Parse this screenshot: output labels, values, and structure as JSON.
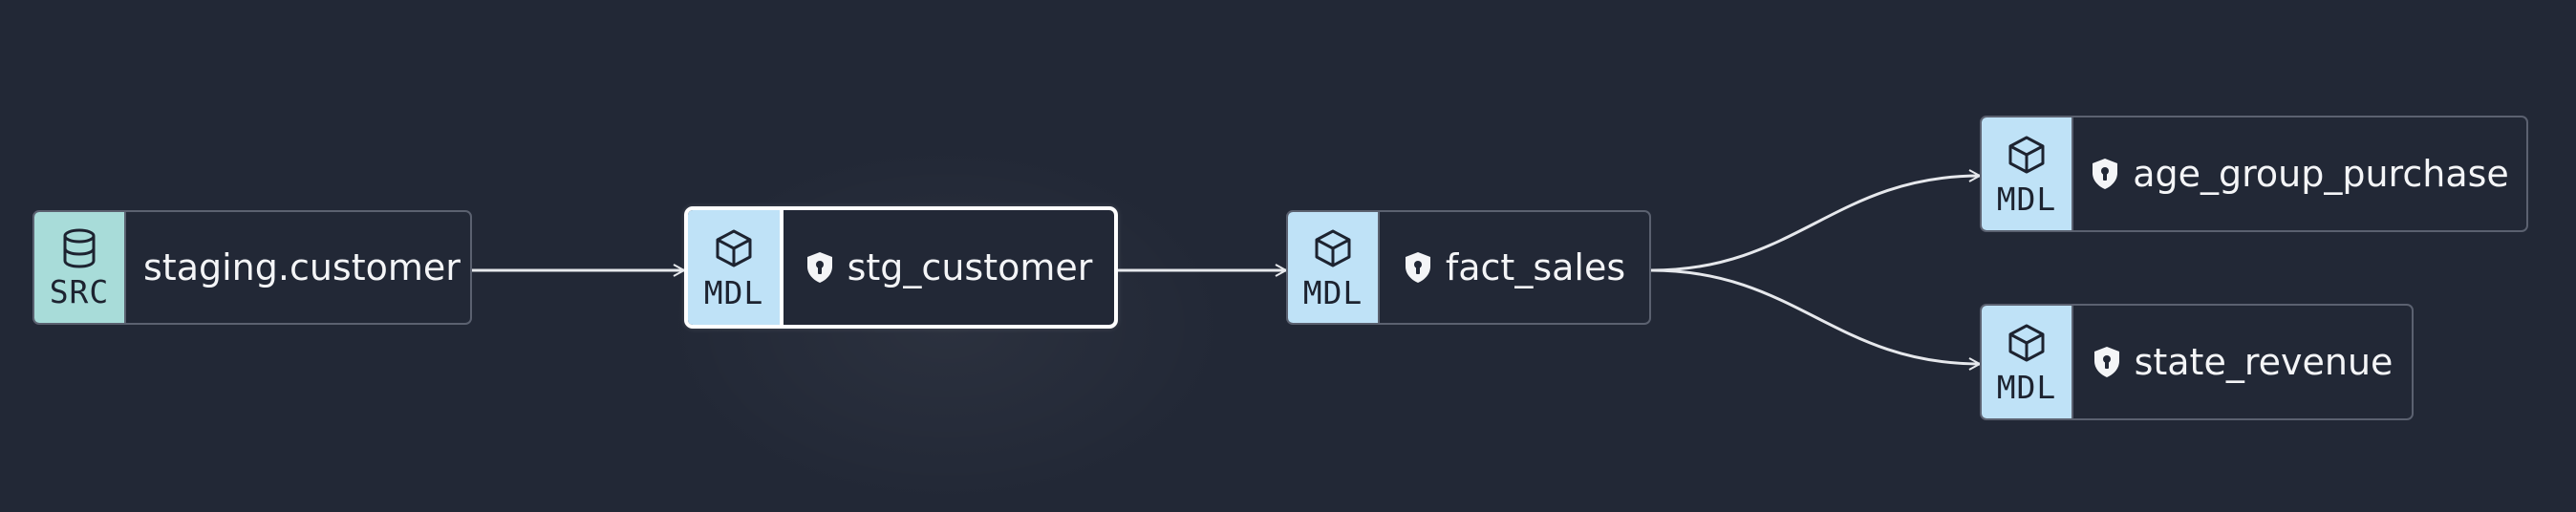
{
  "graph": {
    "nodes": [
      {
        "id": "staging-customer",
        "type_label": "SRC",
        "name": "staging.customer",
        "icon": "database-icon",
        "protected": false,
        "selected": false
      },
      {
        "id": "stg-customer",
        "type_label": "MDL",
        "name": "stg_customer",
        "icon": "cube-icon",
        "protected": true,
        "selected": true
      },
      {
        "id": "fact-sales",
        "type_label": "MDL",
        "name": "fact_sales",
        "icon": "cube-icon",
        "protected": true,
        "selected": false
      },
      {
        "id": "age-group-purchase",
        "type_label": "MDL",
        "name": "age_group_purchase",
        "icon": "cube-icon",
        "protected": true,
        "selected": false
      },
      {
        "id": "state-revenue",
        "type_label": "MDL",
        "name": "state_revenue",
        "icon": "cube-icon",
        "protected": true,
        "selected": false
      }
    ],
    "edges": [
      {
        "from": "staging-customer",
        "to": "stg-customer"
      },
      {
        "from": "stg-customer",
        "to": "fact-sales"
      },
      {
        "from": "fact-sales",
        "to": "age-group-purchase"
      },
      {
        "from": "fact-sales",
        "to": "state-revenue"
      }
    ],
    "colors": {
      "background": "#222836",
      "node_border": "#5b6170",
      "source_badge": "#a8dcd9",
      "model_badge": "#bfe2f7",
      "edge": "#e6e8ec",
      "text": "#f4f5f7"
    }
  }
}
